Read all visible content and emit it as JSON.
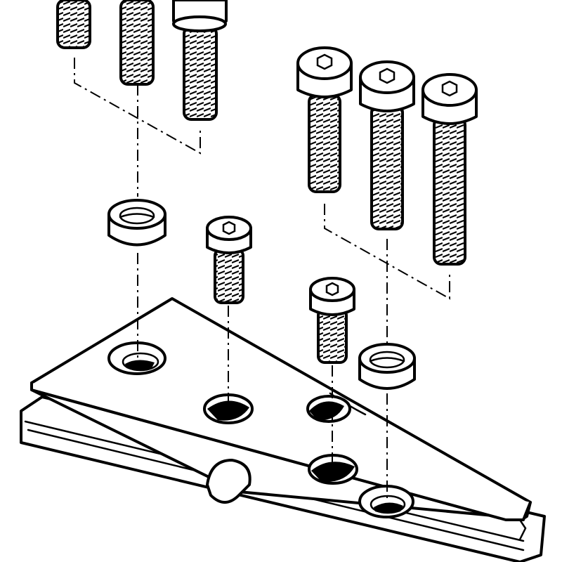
{
  "diagram": {
    "kind": "exploded-assembly",
    "colors": {
      "ink": "#000000",
      "paper": "#ffffff",
      "hole": "#000000"
    },
    "components": [
      "long-cap-screw",
      "socket-head-cap-screw",
      "spacer-sleeve",
      "short-cap-screw",
      "mounting-plate",
      "base-rail"
    ]
  }
}
